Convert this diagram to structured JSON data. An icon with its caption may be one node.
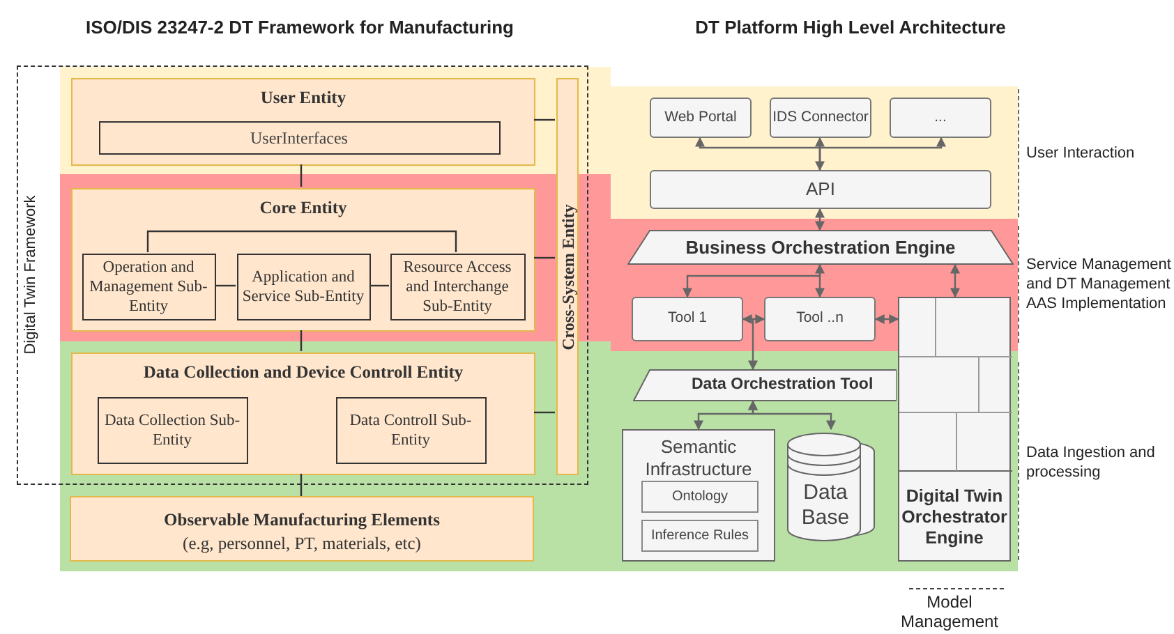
{
  "diagram": {
    "nodes": [
      {
        "text": [
          "Digital Twin Framework"
        ]
      },
      {
        "text": [
          "User Entity"
        ],
        "in": 0
      },
      {
        "text": [
          "UserInterfaces"
        ],
        "in": 1
      },
      {
        "text": [
          "Core Entity"
        ],
        "in": 0
      },
      {
        "text": [
          "Operation and Management Sub-Entity"
        ],
        "in": 3
      },
      {
        "text": [
          "Application and Service Sub-Entity"
        ],
        "in": 3
      },
      {
        "text": [
          "Resource Access and Interchange Sub-Entity"
        ],
        "in": 3
      },
      {
        "text": [
          "Data Collection and Device Controll Entity"
        ],
        "in": 0
      },
      {
        "text": [
          "Data Collection Sub-Entity"
        ],
        "in": 7
      },
      {
        "text": [
          "Data Controll Sub-Entity"
        ],
        "in": 7
      },
      {
        "text": [
          "Cross-System Entity"
        ],
        "in": 0
      },
      {
        "text": [
          "Observable Manufacturing Elements",
          "(e.g, personnel, PT, materials, etc)"
        ]
      },
      {
        "text": [
          "Web Portal"
        ]
      },
      {
        "text": [
          "IDS Connector"
        ]
      },
      {
        "text": [
          "..."
        ]
      },
      {
        "text": [
          "API"
        ]
      },
      {
        "text": [
          "Business Orchestration Engine"
        ]
      },
      {
        "text": [
          "Tool 1"
        ]
      },
      {
        "text": [
          "Tool ..n"
        ]
      },
      {
        "text": [
          "Digital Twin Orchestrator Engine"
        ]
      },
      {
        "text": [
          "Data Orchestration Tool"
        ]
      },
      {
        "text": [
          "Semantic Infrastructure"
        ]
      },
      {
        "text": [
          "Ontology"
        ],
        "in": 21
      },
      {
        "text": [
          "Inference Rules"
        ],
        "in": 21
      },
      {
        "text": [
          "Data Base"
        ]
      }
    ],
    "edges": [
      {
        "from": 1,
        "to": 3,
        "arrow": "none"
      },
      {
        "from": 3,
        "to": 7,
        "arrow": "none"
      },
      {
        "from": 7,
        "to": 11,
        "arrow": "none"
      },
      {
        "from": 1,
        "to": 10,
        "arrow": "none"
      },
      {
        "from": 3,
        "to": 10,
        "arrow": "none"
      },
      {
        "from": 7,
        "to": 10,
        "arrow": "none"
      },
      {
        "from": 4,
        "to": 5,
        "arrow": "none"
      },
      {
        "from": 5,
        "to": 6,
        "arrow": "none"
      },
      {
        "from": 4,
        "to": 6,
        "arrow": "none"
      },
      {
        "from": 15,
        "to": 12,
        "arrow": "to"
      },
      {
        "from": 15,
        "to": 13,
        "arrow": "both"
      },
      {
        "from": 15,
        "to": 14,
        "arrow": "to"
      },
      {
        "from": 15,
        "to": 16,
        "arrow": "both"
      },
      {
        "from": 16,
        "to": 17,
        "arrow": "to"
      },
      {
        "from": 16,
        "to": 18,
        "arrow": "both"
      },
      {
        "from": 16,
        "to": 19,
        "arrow": "both"
      },
      {
        "from": 17,
        "to": 18,
        "arrow": "both"
      },
      {
        "from": 18,
        "to": 19,
        "arrow": "both"
      },
      {
        "from": 17,
        "to": 20,
        "arrow": "to"
      },
      {
        "from": 20,
        "to": 21,
        "arrow": "both"
      },
      {
        "from": 20,
        "to": 24,
        "arrow": "both"
      }
    ],
    "labels": [
      "ISO/DIS 23247-2 DT Framework for Manufacturing",
      "DT Platform High Level Architecture",
      "User Interaction",
      "Service Management and DT Management AAS Implementation",
      "Data Ingestion and processing",
      "Model Management"
    ]
  }
}
